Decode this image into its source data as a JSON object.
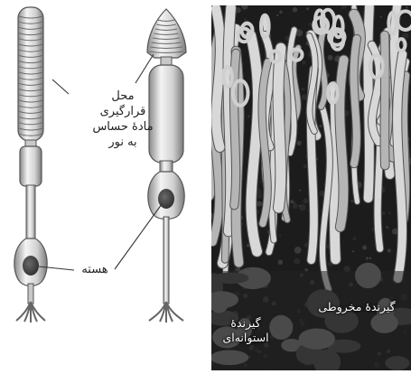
{
  "labels": {
    "photosensitive_site": [
      "محل",
      "قرارگیری",
      "مادۀ حساس",
      "به نور"
    ],
    "nucleus": "هسته",
    "cone_receptor": "گیرندۀ مخروطی",
    "rod_receptor": [
      "گیرندۀ",
      "استوانه‌ای"
    ]
  },
  "colors": {
    "cell_fill": "#d4d4d4",
    "cell_stroke": "#5a5a5a",
    "nucleus_fill": "#3e3e3e",
    "micrograph_bg": "#1c1c1c",
    "fiber": "#cfcfcf"
  }
}
